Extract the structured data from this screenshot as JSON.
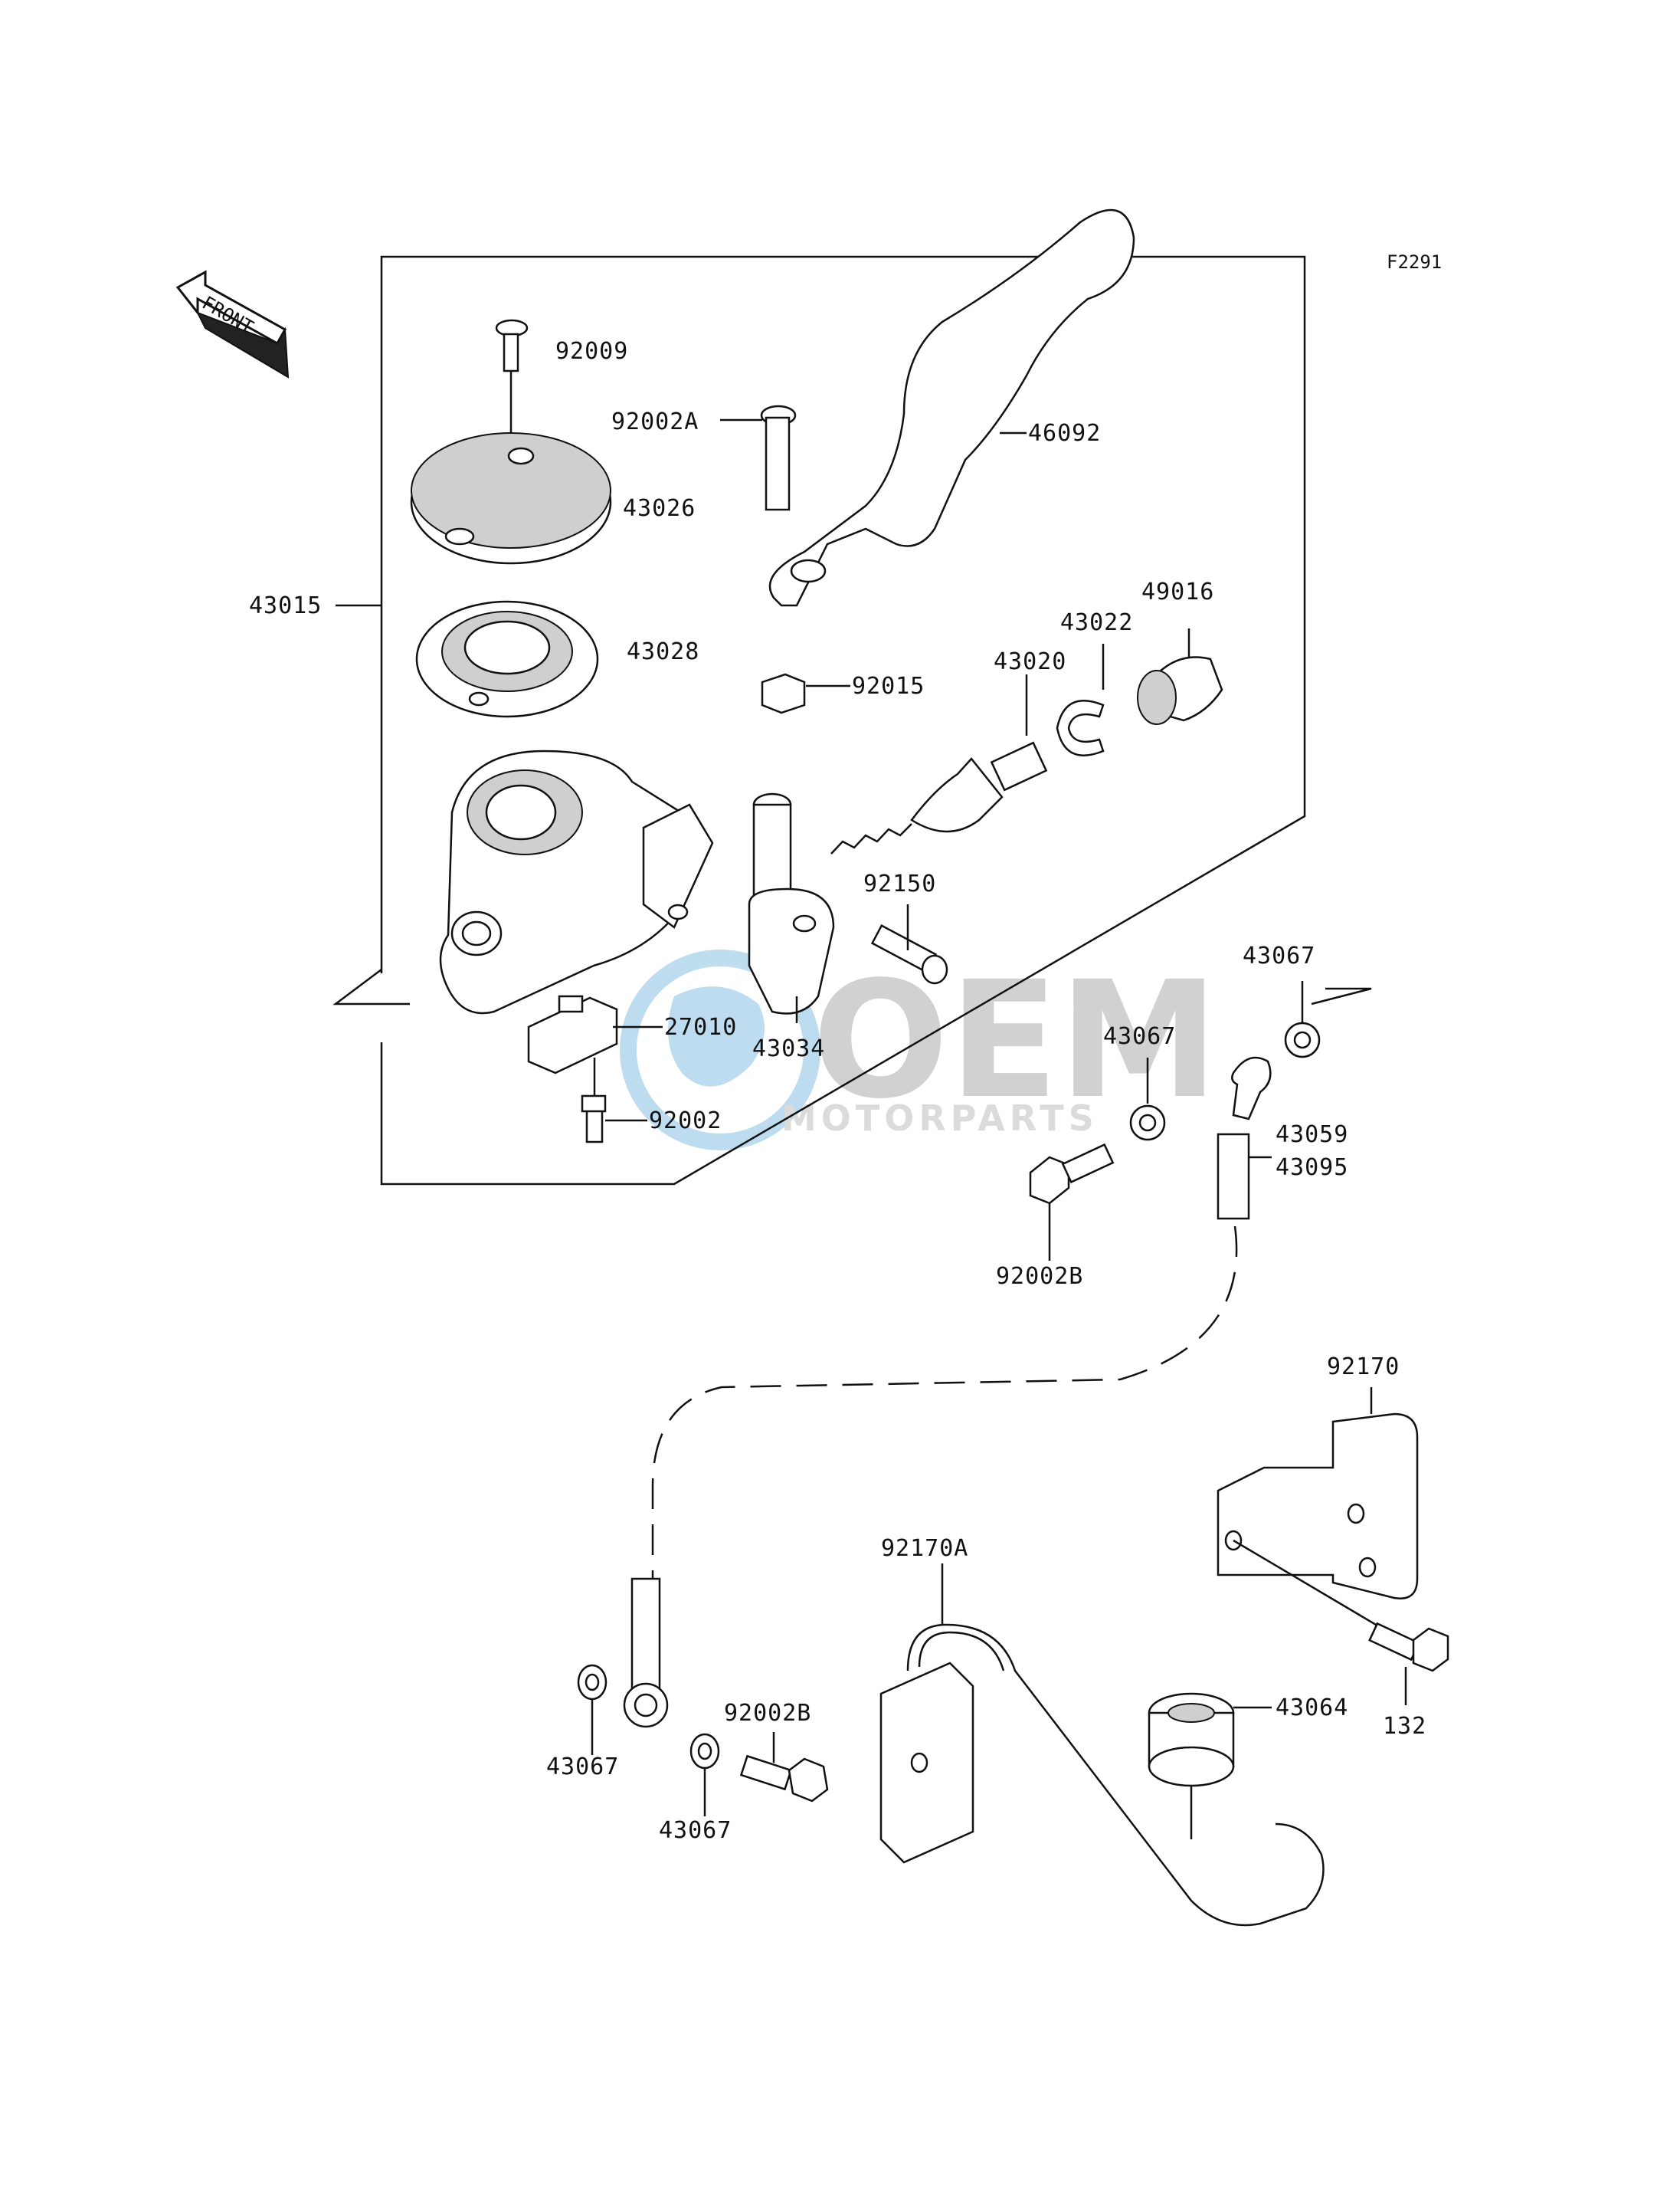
{
  "diagram_code": "F2291",
  "front_label": "FRONT",
  "watermark": {
    "brand": "OEM",
    "sub": "MOTORPARTS"
  },
  "parts": {
    "p92009": "92009",
    "p92002A": "92002A",
    "p46092": "46092",
    "p43026": "43026",
    "p43015": "43015",
    "p43028": "43028",
    "p92015": "92015",
    "p43020": "43020",
    "p43022": "43022",
    "p49016": "49016",
    "p92150": "92150",
    "p27010": "27010",
    "p43034": "43034",
    "p92002": "92002",
    "p43067_a": "43067",
    "p43067_b": "43067",
    "p43059": "43059",
    "p43095": "43095",
    "p92002B_a": "92002B",
    "p92170": "92170",
    "p92170A": "92170A",
    "p43064": "43064",
    "p132": "132",
    "p43067_c": "43067",
    "p43067_d": "43067",
    "p92002B_b": "92002B"
  }
}
